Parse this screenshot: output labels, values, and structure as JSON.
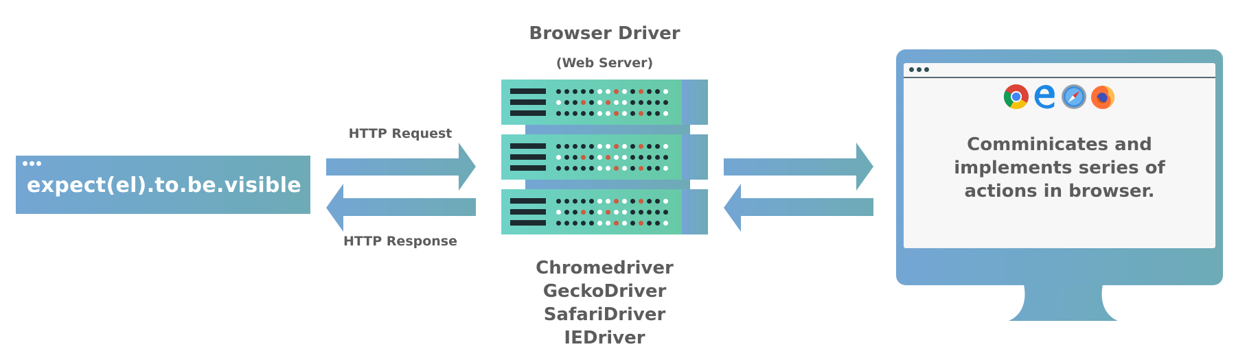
{
  "code_box": {
    "text": "expect(el).to.be.visible",
    "window_dots_icon": "window-dots-icon"
  },
  "arrows": {
    "left_request_label": "HTTP Request",
    "left_response_label": "HTTP Response"
  },
  "server": {
    "title": "Browser Driver",
    "subtitle": "(Web Server)",
    "units": 3,
    "dot_rows": [
      "DDDDDWWRWDRDDW",
      "WDDRDWRWWDDDDD",
      "DDDDDWWRWDRDDW"
    ],
    "drivers": [
      "Chromedriver",
      "GeckoDriver",
      "SafariDriver",
      "IEDriver"
    ]
  },
  "monitor": {
    "browser_icons": [
      "chrome-icon",
      "edge-icon",
      "safari-icon",
      "firefox-icon"
    ],
    "text_lines": [
      "Comminicates and",
      "implements series of",
      "actions in browser."
    ]
  },
  "colors": {
    "accent_blue": "#74a6d4",
    "accent_teal": "#6eabb6",
    "server_green": "#6ed3c7",
    "text_gray": "#5c5c5c",
    "led_red": "#d05a3d",
    "led_dark": "#1d2a30"
  }
}
